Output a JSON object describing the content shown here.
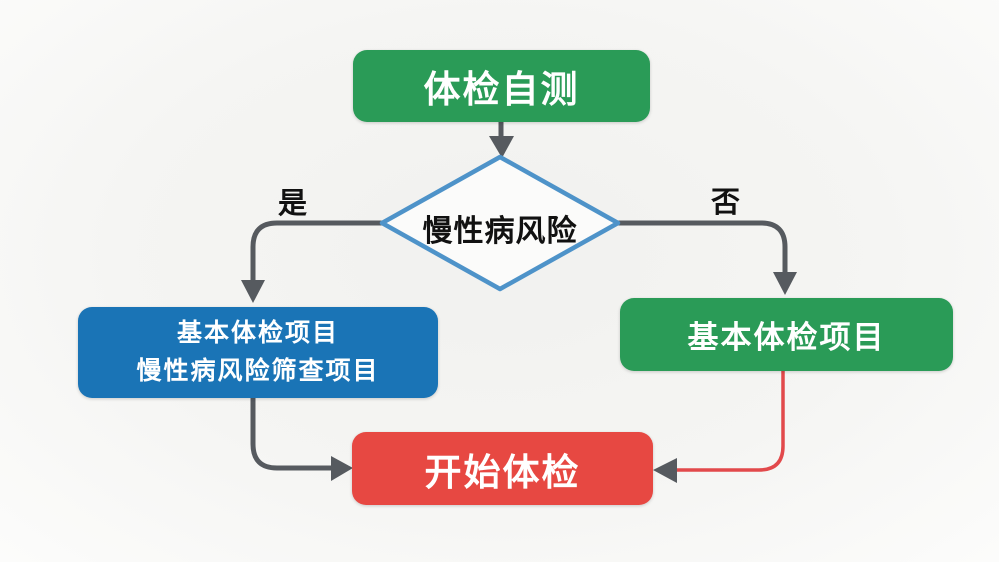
{
  "colors": {
    "green": "#2a9b57",
    "blue": "#1a74b6",
    "red": "#e74842",
    "diamond_border": "#4e93c9",
    "diamond_fill": "#fbfbfa",
    "connector_gray": "#565a5f",
    "connector_red": "#e2494b",
    "node_text": "#ffffff",
    "dark_text": "#111111"
  },
  "nodes": {
    "start": {
      "label": "体检自测"
    },
    "decision": {
      "label": "慢性病风险"
    },
    "yes_branch": {
      "label_line1": "基本体检项目",
      "label_line2": "慢性病风险筛查项目"
    },
    "no_branch": {
      "label": "基本体检项目"
    },
    "end": {
      "label": "开始体检"
    }
  },
  "edges": {
    "yes_label": "是",
    "no_label": "否"
  }
}
